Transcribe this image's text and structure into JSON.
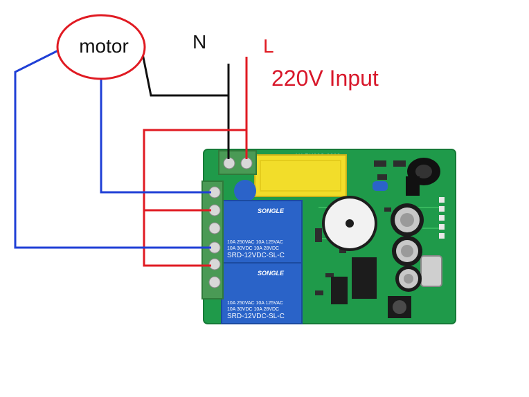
{
  "diagram": {
    "motor_label": "motor",
    "neutral_label": "N",
    "live_label": "L",
    "input_label": "220V Input"
  },
  "board": {
    "silkscreen_code": "AK-RK02S-2208",
    "relay_brand": "SONGLE",
    "relay_model": "SRD-12VDC-SL-C",
    "relay_rating_left": "10A 250VAC\n10A 30VDC",
    "relay_rating_right": "10A 125VAC\n10A 28VDC",
    "relay_count": 2
  },
  "colors": {
    "motor_circle": "#e01a22",
    "neutral_wire": "#111111",
    "live_wire": "#e01a22",
    "motor_wire": "#1f3fd6",
    "pcb": "#1f9a4a",
    "relay": "#2a63c8",
    "capacitor": "#f2dd2a",
    "terminal": "#4a9a55",
    "input_text": "#d8172a"
  },
  "icons": [
    "motor-circle",
    "pcb-board",
    "relay",
    "buzzer",
    "capacitor",
    "push-button",
    "antenna-coil"
  ]
}
